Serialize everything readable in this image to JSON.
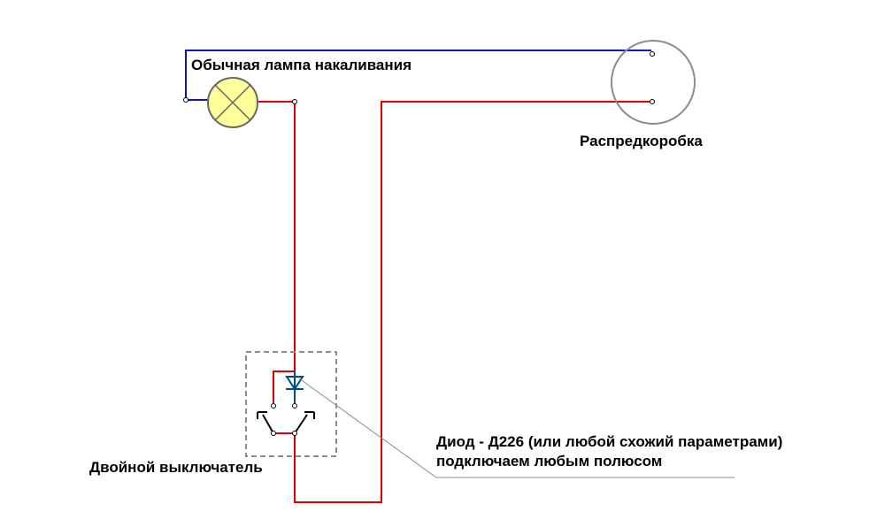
{
  "labels": {
    "lamp": "Обычная лампа накаливания",
    "junction_box": "Распредкоробка",
    "switch": "Двойной  выключатель",
    "diode_line1": "Диод -  Д226 (или любой схожий параметрами)",
    "diode_line2": "подключаем  любым полюсом"
  },
  "colors": {
    "neutral_wire": "#1010c8",
    "phase_wire": "#e00000",
    "lamp_fill": "#ffff99",
    "lamp_stroke": "#666666",
    "box_stroke": "#8c8c8c",
    "switch_frame": "#8c8c8c",
    "diode": "#004a8c",
    "leader_line": "#8c8c8c"
  }
}
